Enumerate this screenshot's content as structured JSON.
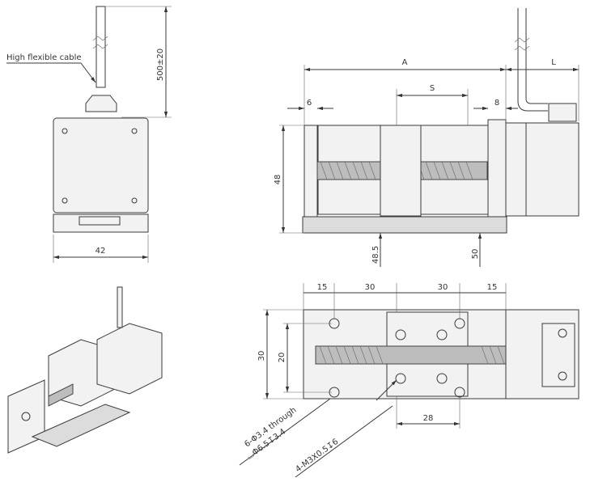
{
  "front_view": {
    "cable_label": "High flexible cable",
    "cable_length": "500±20",
    "width": "42"
  },
  "side_view": {
    "dim_A": "A",
    "dim_L": "L",
    "dim_S": "S",
    "dim_6": "6",
    "dim_8": "8",
    "dim_48": "48",
    "dim_48_5": "48.5",
    "dim_50": "50"
  },
  "top_view": {
    "dim_15_left": "15",
    "dim_30_a": "30",
    "dim_30_b": "30",
    "dim_15_right": "15",
    "dim_30_vert": "30",
    "dim_20_vert": "20",
    "dim_28": "28",
    "note_holes_1": "6-Φ3.4 through",
    "note_holes_2": "⌴Φ6.5↧3.4",
    "note_threads": "4-M3X0.5↧6"
  }
}
